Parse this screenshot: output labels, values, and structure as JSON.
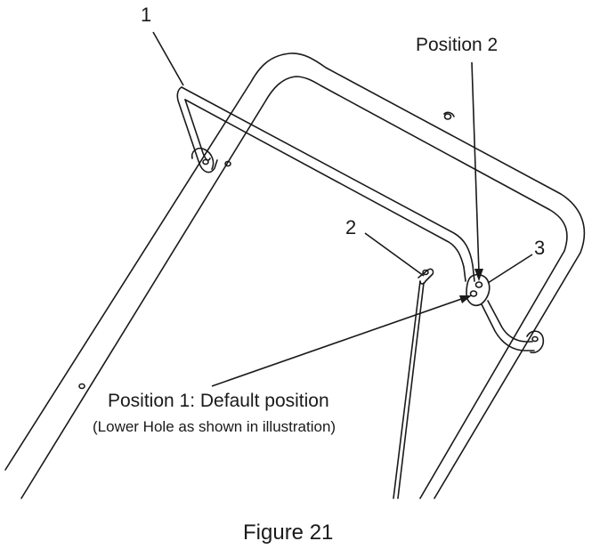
{
  "callouts": {
    "one": "1",
    "two": "2",
    "three": "3"
  },
  "position_2": "Position 2",
  "position_1": {
    "title": "Position 1: Default position",
    "note": "(Lower Hole as shown in illustration)"
  },
  "caption": "Figure 21",
  "colors": {
    "ink": "#1a1a1a",
    "paper": "#ffffff"
  }
}
